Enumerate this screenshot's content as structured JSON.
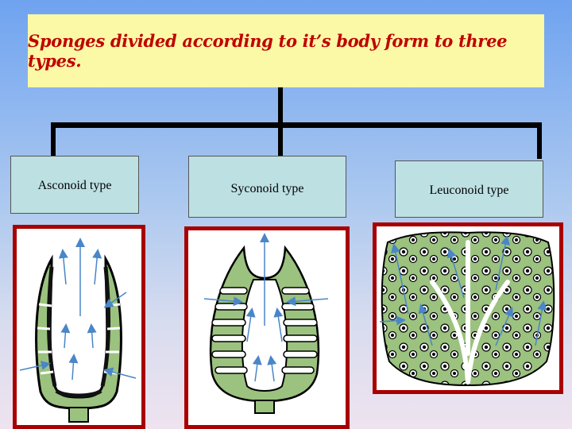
{
  "title": "Sponges divided according to it’s body form to three types.",
  "types": [
    {
      "label": "Asconoid type"
    },
    {
      "label": "Syconoid type"
    },
    {
      "label": "Leuconoid type"
    }
  ],
  "colors": {
    "title_text": "#c00000",
    "title_bg": "#fbf8a6",
    "label_bg": "#bde0e3",
    "panel_border": "#a80000",
    "tissue": "#9bc27f",
    "arrow": "#4a86c8"
  }
}
